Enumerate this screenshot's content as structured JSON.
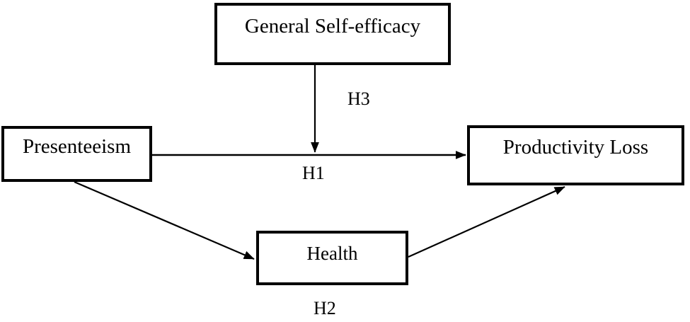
{
  "diagram": {
    "background_color": "#ffffff",
    "line_color": "#000000",
    "text_color": "#000000",
    "nodes": {
      "general_self_efficacy": {
        "label": "General Self-efficacy"
      },
      "presenteeism": {
        "label": "Presenteeism"
      },
      "productivity_loss": {
        "label": "Productivity Loss"
      },
      "health": {
        "label": "Health"
      }
    },
    "path_labels": {
      "h1": "H1",
      "h2": "H2",
      "h3": "H3"
    },
    "edges": [
      {
        "from": "presenteeism",
        "to": "productivity_loss",
        "hypothesis": "H1",
        "type": "direct-arrow"
      },
      {
        "from": "presenteeism",
        "to": "health",
        "hypothesis": "H2",
        "type": "mediation-arrow"
      },
      {
        "from": "health",
        "to": "productivity_loss",
        "hypothesis": "H2",
        "type": "mediation-arrow"
      },
      {
        "from": "general_self_efficacy",
        "to": "presenteeism-productivity_loss-path",
        "hypothesis": "H3",
        "type": "moderation-arrow"
      }
    ]
  }
}
